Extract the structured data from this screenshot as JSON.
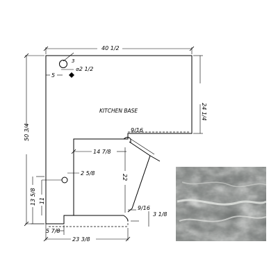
{
  "drawing": {
    "label": "KITCHEN BASE",
    "dimensions": {
      "overall_width": "40 1/2",
      "overall_height": "50 3/4",
      "right_depth": "24 1/4",
      "hole_offset": "5",
      "hole_offset_top": "3",
      "hole_diameter": "⌀2 1/2",
      "corner_radius_top": "9/16",
      "inner_width": "14 7/8",
      "inner_height": "22",
      "small_hole": "2 5/8",
      "left_height_outer": "13 5/8",
      "left_height_inner": "11",
      "corner_radius_bottom": "9/16",
      "bottom_step": "3 1/8",
      "bottom_left_offset": "5 7/8",
      "bottom_width": "23 3/8"
    }
  },
  "sample": {
    "material": "grey marble swatch",
    "colors": [
      "#2b2d2c",
      "#8f9391",
      "#d9dbd8"
    ]
  }
}
